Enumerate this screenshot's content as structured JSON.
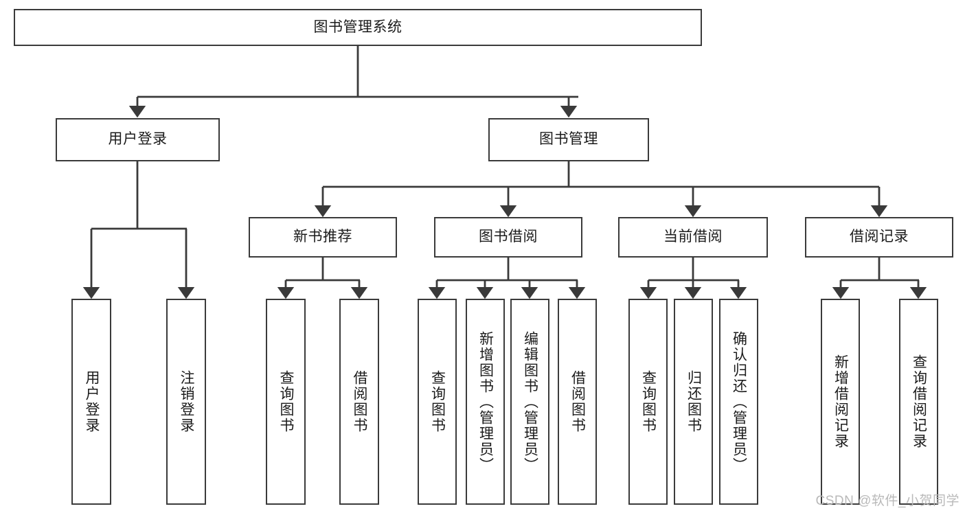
{
  "diagram": {
    "type": "tree-hierarchy",
    "title": "图书管理系统",
    "watermark": "CSDN @软件_小贺同学",
    "colors": {
      "box_border": "#3a3a3a",
      "box_fill": "#ffffff",
      "connector": "#3a3a3a",
      "text": "#1b1b1b",
      "watermark": "#b9b9b9"
    },
    "root": {
      "label": "图书管理系统"
    },
    "level2": [
      {
        "label": "用户登录"
      },
      {
        "label": "图书管理"
      }
    ],
    "level3": [
      {
        "label": "新书推荐"
      },
      {
        "label": "图书借阅"
      },
      {
        "label": "当前借阅"
      },
      {
        "label": "借阅记录"
      }
    ],
    "leaves": {
      "user_login": [
        {
          "label": "用户登录"
        },
        {
          "label": "注销登录"
        }
      ],
      "new_book_recommend": [
        {
          "label": "查询图书"
        },
        {
          "label": "借阅图书"
        }
      ],
      "book_borrow": [
        {
          "label": "查询图书"
        },
        {
          "label": "新增图书（管理员）"
        },
        {
          "label": "编辑图书（管理员）"
        },
        {
          "label": "借阅图书"
        }
      ],
      "current_borrow": [
        {
          "label": "查询图书"
        },
        {
          "label": "归还图书"
        },
        {
          "label": "确认归还（管理员）"
        }
      ],
      "borrow_record": [
        {
          "label": "新增借阅记录"
        },
        {
          "label": "查询借阅记录"
        }
      ]
    }
  }
}
